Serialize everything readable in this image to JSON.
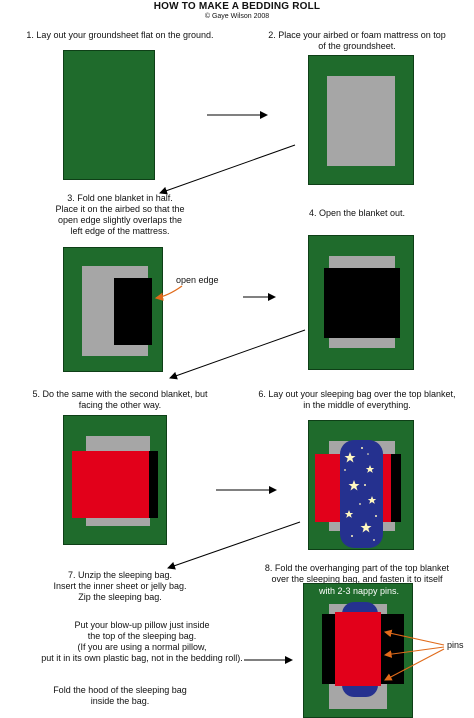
{
  "title": "HOW TO MAKE A BEDDING ROLL",
  "credit": "© Gaye Wilson 2008",
  "steps": {
    "s1": "1. Lay out your groundsheet flat on the ground.",
    "s2_line1": "2. Place your airbed or foam mattress on top",
    "s2_line2": "of the groundsheet.",
    "s3_line1": "3. Fold one blanket in half.",
    "s3_line2": "Place it on the airbed so that the",
    "s3_line3": "open edge slightly overlaps the",
    "s3_line4": "left edge of the mattress.",
    "s4": "4. Open the blanket out.",
    "s5_line1": "5. Do the same with the second blanket, but",
    "s5_line2": "facing the other way.",
    "s6_line1": "6. Lay out your sleeping bag over the top blanket,",
    "s6_line2": "in the middle of everything.",
    "s7_line1": "7. Unzip the sleeping bag.",
    "s7_line2": "Insert the inner sheet or jelly bag.",
    "s7_line3": "Zip the sleeping bag.",
    "s7_para2_line1": "Put your blow-up pillow just inside",
    "s7_para2_line2": "the top of the sleeping bag.",
    "s7_para2_line3": "(If you are using a normal pillow,",
    "s7_para2_line4": "put it in its own plastic bag, not in the bedding roll).",
    "s7_para3_line1": "Fold the hood of the sleeping bag",
    "s7_para3_line2": "inside the bag.",
    "s8_line1": "8. Fold the overhanging part of the top blanket",
    "s8_line2": "over the sleeping bag, and fasten it to itself",
    "s8_line3": "with 2-3 nappy pins."
  },
  "labels": {
    "open_edge": "open edge",
    "pins": "pins"
  },
  "colors": {
    "groundsheet": "#1f6b2c",
    "mattress": "#a6a6a6",
    "blanket_one": "#000000",
    "blanket_two": "#e2001a",
    "sleeping_bag": "#25318f",
    "stars": "#fff7c0",
    "annotation": "#e06a1a",
    "arrow": "#000000"
  }
}
